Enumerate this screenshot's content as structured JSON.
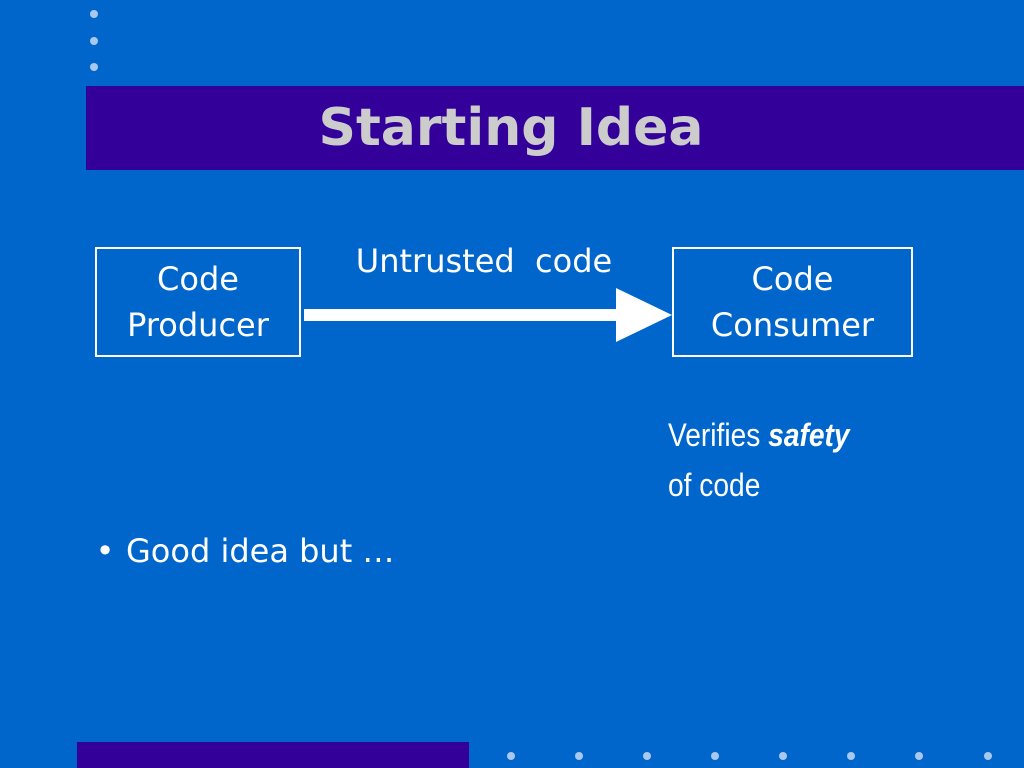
{
  "slide": {
    "title": "Starting Idea",
    "producer": {
      "line1": "Code",
      "line2": "Producer"
    },
    "consumer": {
      "line1": "Code",
      "line2": "Consumer"
    },
    "arrow_label": "Untrusted  code",
    "note": {
      "prefix": "Verifies ",
      "emphasis": "safety",
      "line2": "of code"
    },
    "bullets": [
      "Good idea but …"
    ],
    "bullet_glyph": "•"
  },
  "colors": {
    "background": "#0066cc",
    "title_band": "#330099",
    "title_text": "#cccccc",
    "text": "#ffffff",
    "decor_dots": "#a8c8ee"
  }
}
